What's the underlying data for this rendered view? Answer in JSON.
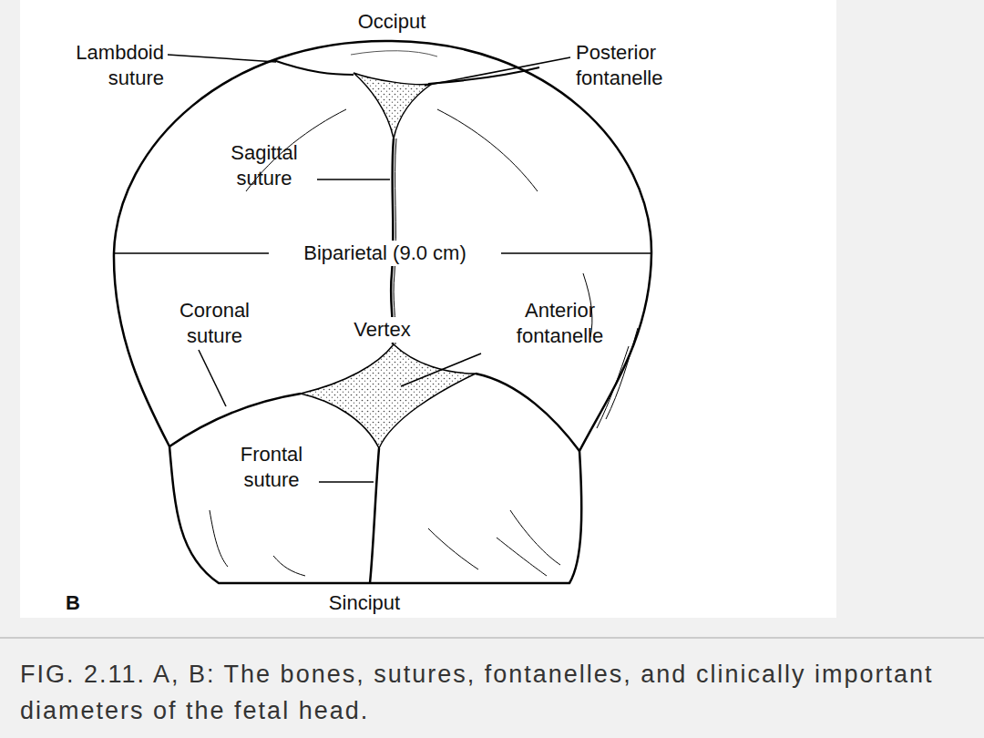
{
  "diagram": {
    "caption": "FIG. 2.11. A, B: The bones, sutures, fontanelles, and clinically important diameters of the fetal head.",
    "labels": [
      "Occiput",
      "Lambdoid suture",
      "Posterior fontanelle",
      "Sagittal suture",
      "Biparietal (9.0 cm)",
      "Coronal suture",
      "Vertex",
      "Anterior fontanelle",
      "Frontal suture",
      "Sinciput",
      "B"
    ]
  }
}
